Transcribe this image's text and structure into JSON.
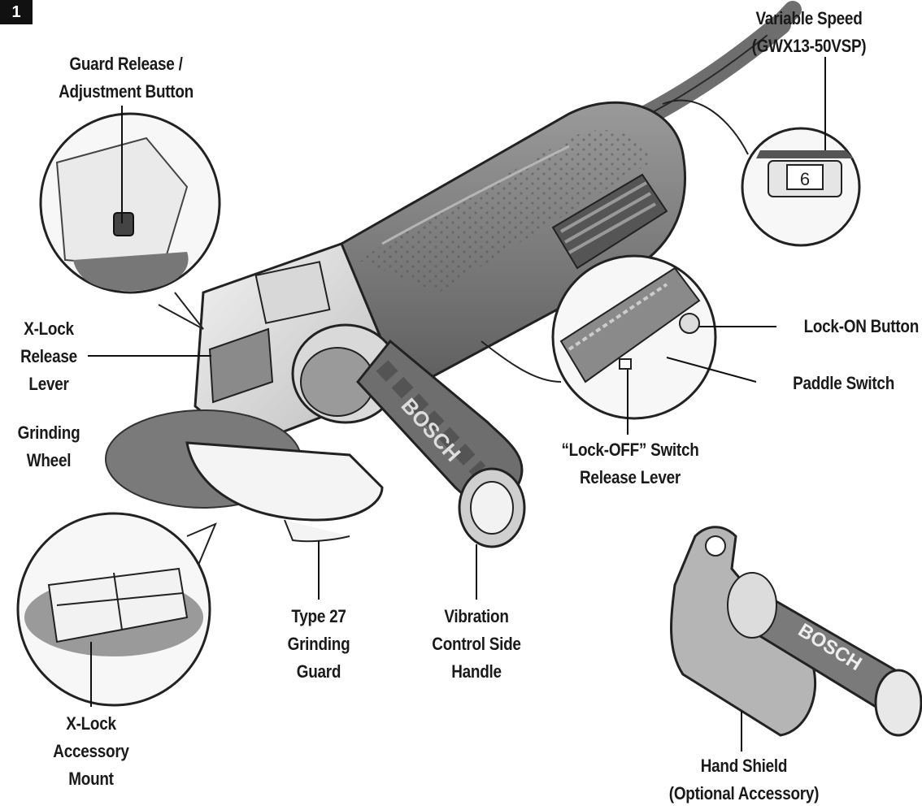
{
  "figure_number": "1",
  "dial_value": "6",
  "brand_text": "BOSCH",
  "labels": {
    "variable_speed": [
      "Variable Speed",
      "(GWX13-50VSP)"
    ],
    "guard_release": [
      "Guard Release /",
      "Adjustment Button"
    ],
    "xlock_release": [
      "X-Lock",
      "Release",
      "Lever"
    ],
    "grinding_wheel": [
      "Grinding",
      "Wheel"
    ],
    "lock_on": [
      "Lock-ON Button"
    ],
    "paddle_switch": [
      "Paddle Switch"
    ],
    "lock_off": [
      "“Lock-OFF” Switch",
      "Release Lever"
    ],
    "type27_guard": [
      "Type 27",
      "Grinding",
      "Guard"
    ],
    "vibration_handle": [
      "Vibration",
      "Control Side",
      "Handle"
    ],
    "xlock_mount": [
      "X-Lock",
      "Accessory",
      "Mount"
    ],
    "hand_shield": [
      "Hand Shield",
      "(Optional Accessory)"
    ]
  }
}
